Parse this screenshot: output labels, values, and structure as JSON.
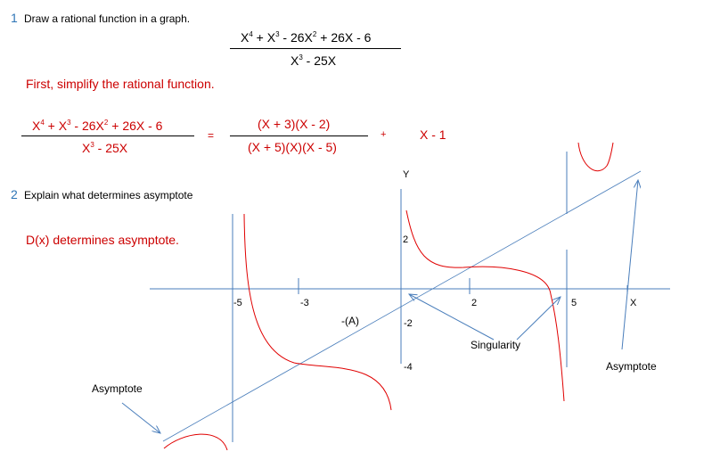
{
  "section1": {
    "number": "1",
    "heading": "Draw a rational function in a graph.",
    "numerator": {
      "a": "X",
      "a_exp": "4",
      "b": " + X",
      "b_exp": "3",
      "c": " - 26X",
      "c_exp": "2",
      "d": " + 26X - 6"
    },
    "denominator": {
      "a": "X",
      "a_exp": "3",
      "b": " - 25X"
    }
  },
  "simplify": {
    "instruction": "First, simplify the rational function.",
    "equals": "=",
    "factored_numerator": "(X + 3)(X - 2)",
    "factored_denominator": "(X + 5)(X)(X - 5)",
    "plus": "+",
    "linear_part": "X - 1"
  },
  "section2": {
    "number": "2",
    "heading": "Explain what determines asymptote",
    "statement": "D(x) determines asymptote."
  },
  "graph": {
    "y_axis_label": "Y",
    "x_axis_label": "X",
    "tick_labels": {
      "minus5": "-5",
      "minus3": "-3",
      "two_x": "2",
      "five": "5",
      "two_y": "2",
      "minus2": "-2",
      "minus4": "-4"
    },
    "point_label": "-(A)",
    "annotations": {
      "singularity": "Singularity",
      "asymptote_left": "Asymptote",
      "asymptote_right": "Asymptote"
    },
    "colors": {
      "axes": "#4a7ebb",
      "curve": "#e00000",
      "asymptote_line": "#4a7ebb",
      "arrow": "#4a7ebb"
    }
  }
}
